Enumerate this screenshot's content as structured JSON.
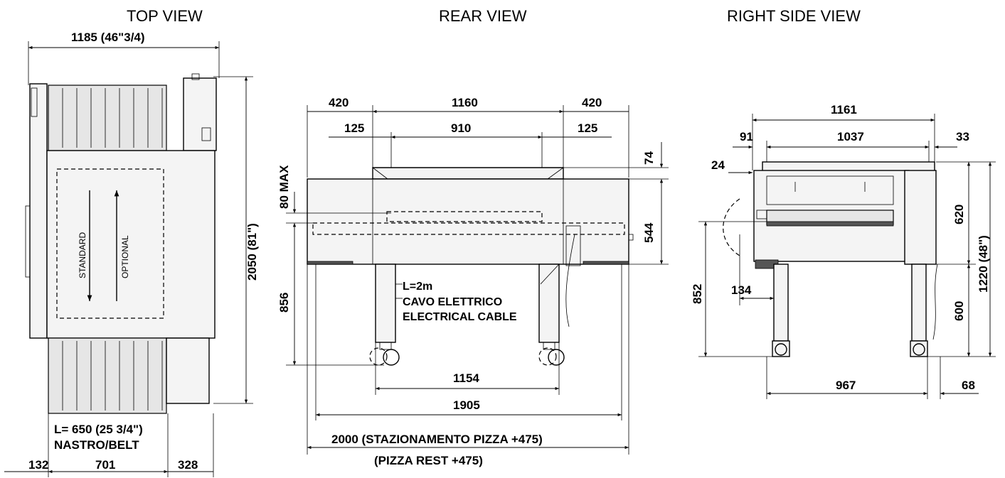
{
  "views": {
    "top": {
      "title": "TOP VIEW"
    },
    "rear": {
      "title": "REAR VIEW"
    },
    "side": {
      "title": "RIGHT SIDE VIEW"
    }
  },
  "top_view": {
    "width_dim": "1185 (46\"3/4)",
    "depth_dim": "2050 (81\")",
    "belt_length": "L= 650 (25 3/4\")",
    "belt_label": "NASTRO/BELT",
    "bottom_left": "132",
    "bottom_mid": "701",
    "bottom_right": "328",
    "dir_standard": "STANDARD",
    "dir_optional": "OPTIONAL"
  },
  "rear_view": {
    "top_left": "420",
    "top_mid": "1160",
    "top_right": "420",
    "sub_left": "125",
    "sub_mid": "910",
    "sub_right": "125",
    "right_top": "74",
    "right_body": "544",
    "left_max": "80 MAX",
    "left_height": "856",
    "cable_len": "L=2m",
    "cable_it": "CAVO ELETTRICO",
    "cable_en": "ELECTRICAL CABLE",
    "wheel_span": "1154",
    "overall": "1905",
    "pizza_it": "2000 (STAZIONAMENTO PIZZA +475)",
    "pizza_en": "(PIZZA REST +475)"
  },
  "side_view": {
    "overall": "1161",
    "left": "91",
    "mid": "1037",
    "right": "33",
    "offset": "24",
    "upper": "620",
    "total": "1220 (48\")",
    "lower": "600",
    "left_height": "852",
    "door": "134",
    "base": "967",
    "base_right": "68"
  }
}
